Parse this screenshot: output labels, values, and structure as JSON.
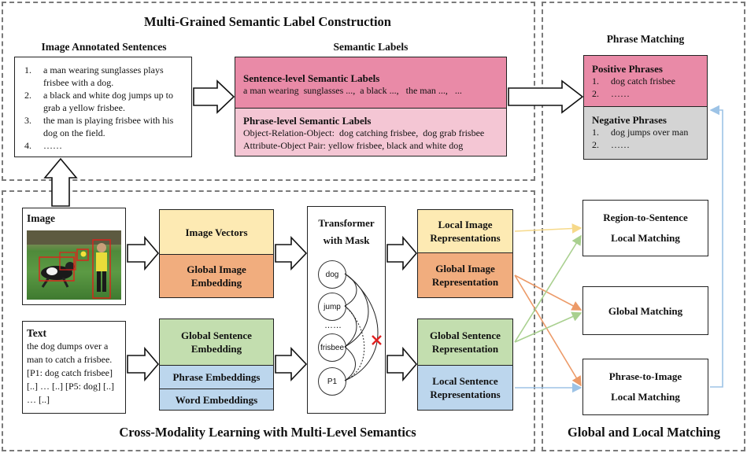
{
  "sections": {
    "top_title": "Multi-Grained Semantic Label Construction",
    "bottom_title": "Cross-Modality Learning with Multi-Level Semantics",
    "right_title": "Global and Local Matching"
  },
  "annotated": {
    "header": "Image Annotated Sentences",
    "items": [
      {
        "num": "1.",
        "text": "a man wearing sunglasses plays frisbee with a dog."
      },
      {
        "num": "2.",
        "text": "a black and white dog jumps up to grab a yellow frisbee."
      },
      {
        "num": "3.",
        "text": "the man is playing frisbee with his dog on the field."
      },
      {
        "num": "4.",
        "text": "……"
      }
    ]
  },
  "semantic": {
    "header": "Semantic Labels",
    "sentence_title": "Sentence-level Semantic Labels",
    "sentence_text": "a man wearing  sunglasses ...,  a black ...,   the man ...,   ...",
    "phrase_title": "Phrase-level Semantic Labels",
    "phrase_line1": "Object-Relation-Object:  dog catching frisbee,  dog grab frisbee",
    "phrase_line2": "Attribute-Object Pair: yellow frisbee, black and white dog"
  },
  "phrase_matching": {
    "header": "Phrase Matching",
    "positive_title": "Positive Phrases",
    "positive_items": [
      {
        "num": "1.",
        "text": "dog catch frisbee"
      },
      {
        "num": "2.",
        "text": "……"
      }
    ],
    "negative_title": "Negative Phrases",
    "negative_items": [
      {
        "num": "1.",
        "text": "dog jumps over man"
      },
      {
        "num": "2.",
        "text": "……"
      }
    ]
  },
  "image_box": {
    "label": "Image"
  },
  "text_box": {
    "label": "Text",
    "body": "the dog dumps over a man to catch  a frisbee. [P1: dog catch frisbee] [..] … [..] [P5: dog] [..] … [..]"
  },
  "embeddings": {
    "image_vectors": "Image Vectors",
    "global_image_embedding": "Global Image Embedding",
    "global_sentence_embedding": "Global Sentence Embedding",
    "phrase_embeddings": "Phrase Embeddings",
    "word_embeddings": "Word Embeddings"
  },
  "transformer": {
    "title": "Transformer with Mask",
    "nodes": [
      "dog",
      "jump",
      "frisbee",
      "P1"
    ],
    "ellipsis": "……"
  },
  "representations": {
    "local_image": "Local Image Representations",
    "global_image": "Global Image Representation",
    "global_sentence": "Global Sentence Representation",
    "local_sentence": "Local Sentence Representations"
  },
  "matching": {
    "region_to_sentence": "Region-to-Sentence Local Matching",
    "global": "Global Matching",
    "phrase_to_image": "Phrase-to-Image Local Matching"
  },
  "colors": {
    "pink": "#e98aa7",
    "pink_light": "#f4c6d4",
    "yellow": "#fdeab3",
    "orange": "#f1ad7e",
    "green": "#c3deaf",
    "blue": "#bcd6ed",
    "gray": "#d4d4d4",
    "mask_cross": "#e02020"
  }
}
